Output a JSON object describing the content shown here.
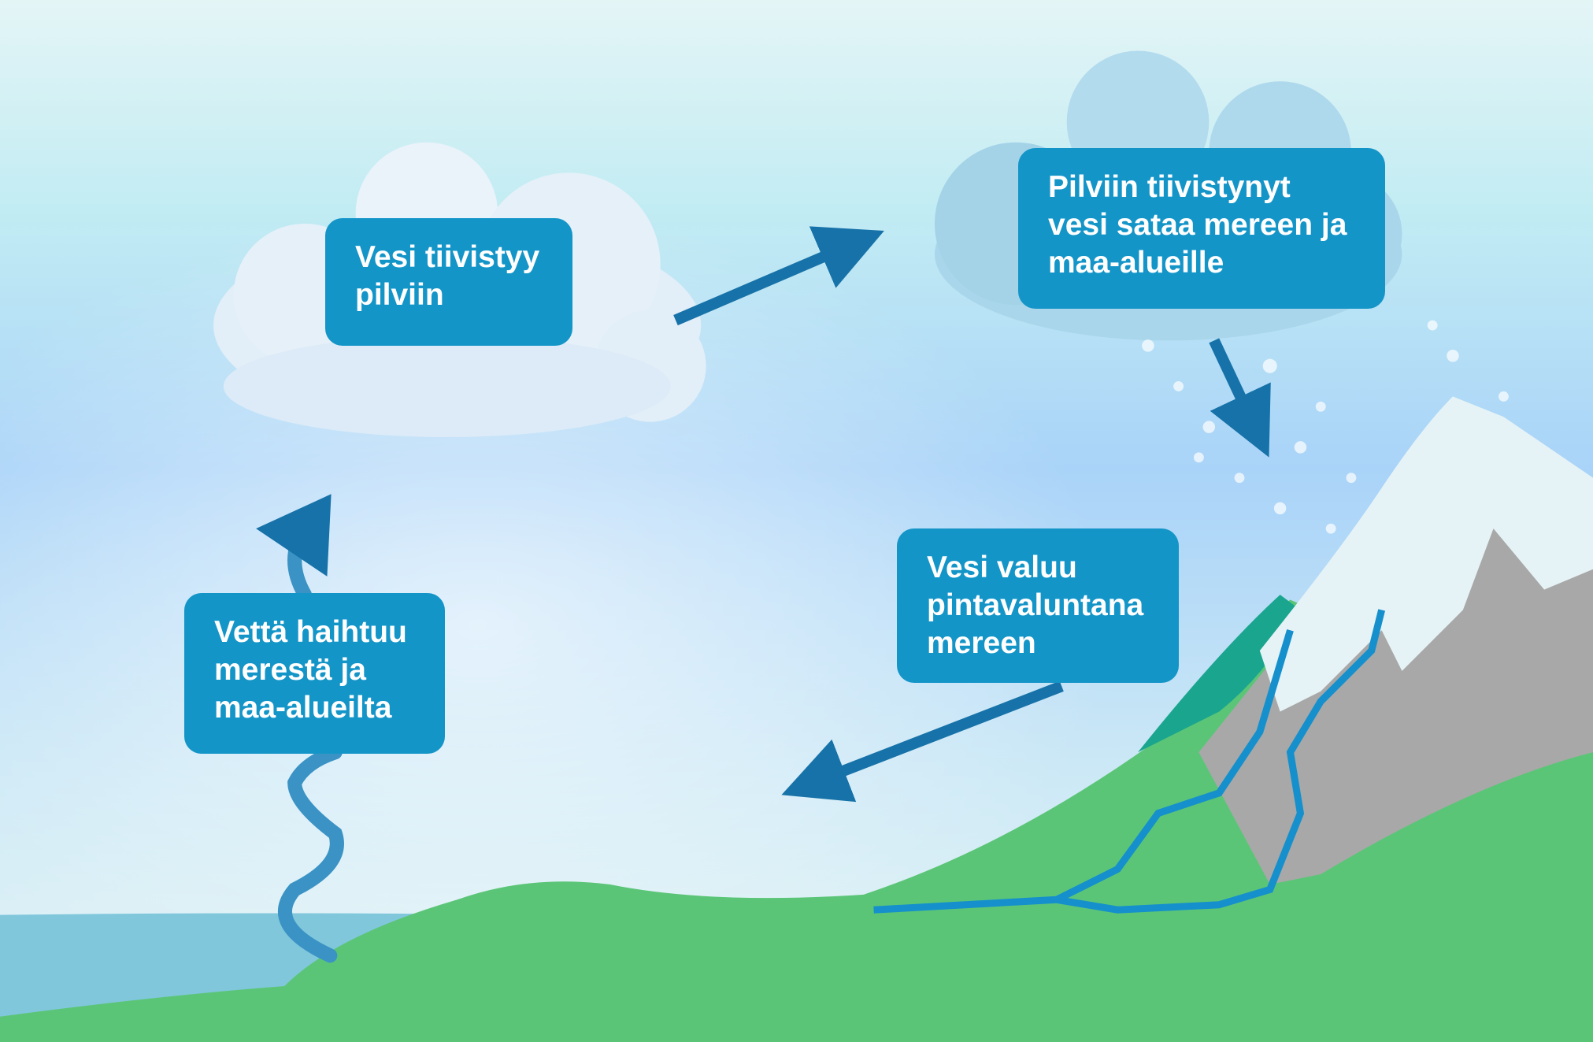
{
  "labels": {
    "condensation": "Vesi tiivistyy pilviin",
    "precipitation": "Pilviin tiivistynyt vesi sataa mereen ja maa-alueille",
    "runoff": "Vesi valuu pintavaluntana mereen",
    "evaporation": "Vettä haihtuu merestä ja maa-alueilta"
  },
  "colors": {
    "box": "#1495c8",
    "arrow": "#1672a8",
    "sky_top": "#e4f5f6",
    "sky_mid": "#a7d2f7",
    "sea": "#7fc6dd",
    "land": "#5bc577",
    "snow": "#e6f3f6",
    "rock": "#a8a8a8"
  }
}
